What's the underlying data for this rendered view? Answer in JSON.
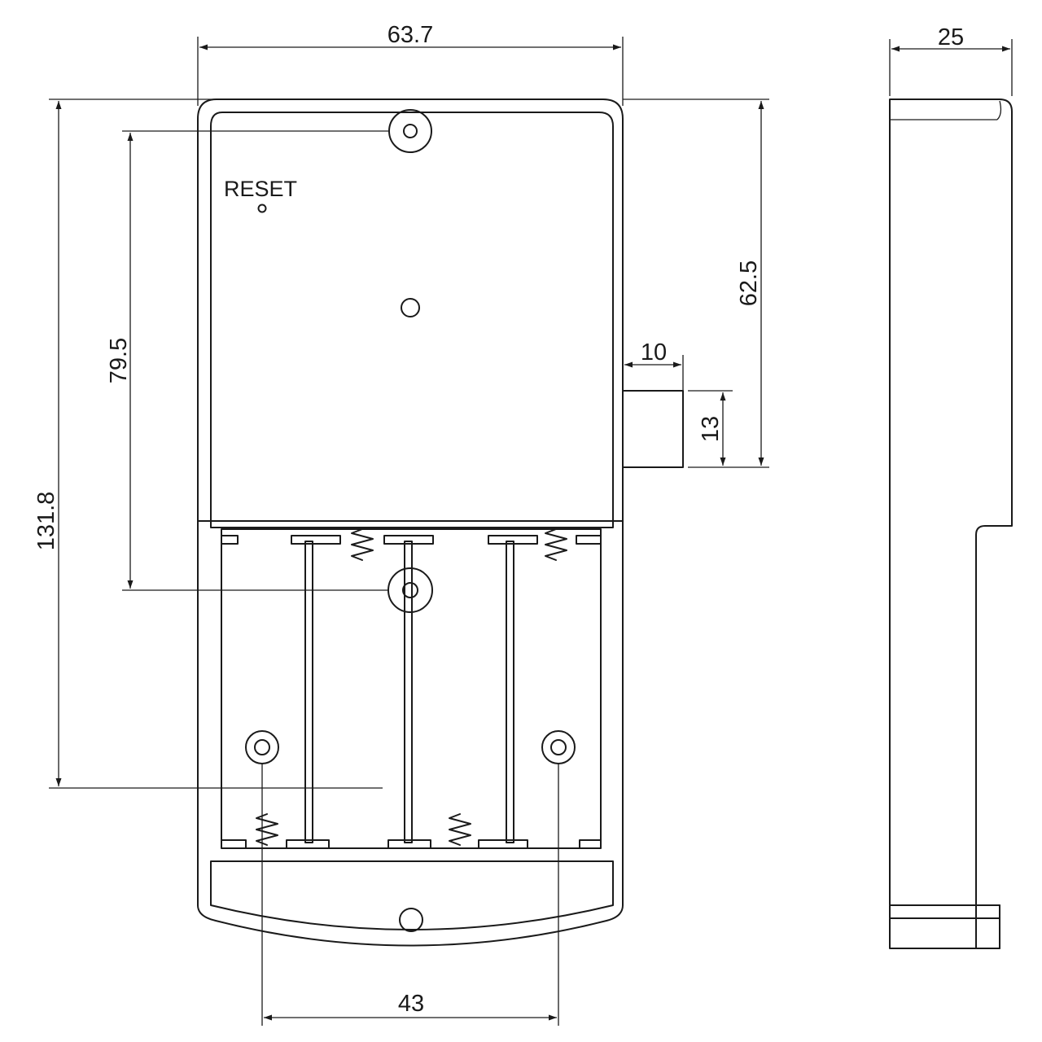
{
  "labels": {
    "reset": "RESET"
  },
  "dimensions": {
    "overall_width": "63.7",
    "overall_height": "131.8",
    "hole_spacing_vertical": "79.5",
    "latch_position": "62.5",
    "latch_protrusion": "10",
    "latch_height": "13",
    "bottom_hole_spacing": "43",
    "side_depth": "25"
  },
  "colors": {
    "line": "#1a1a1a",
    "background": "#ffffff"
  }
}
